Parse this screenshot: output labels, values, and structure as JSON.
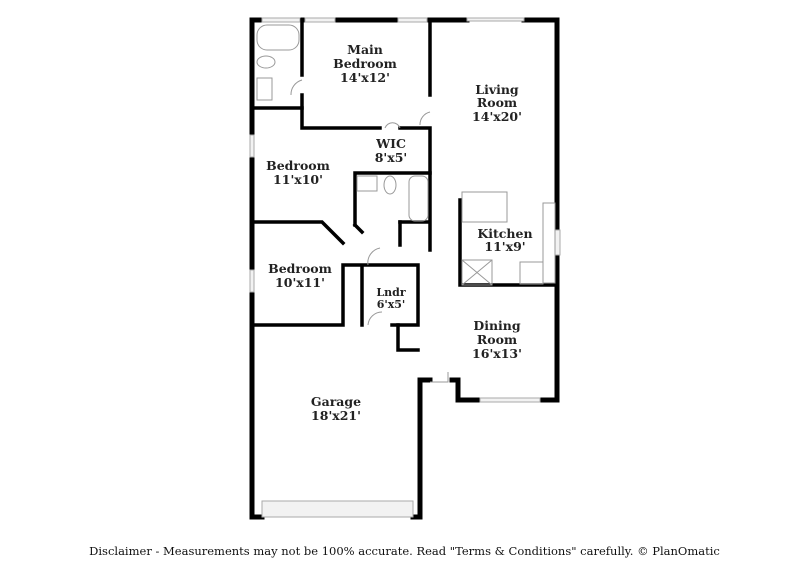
{
  "rooms": [
    {
      "name": "Main Bedroom",
      "line1": "Main",
      "line2": "Bedroom",
      "size": "14'x12'"
    },
    {
      "name": "Living Room",
      "line1": "Living",
      "line2": "Room",
      "size": "14'x20'"
    },
    {
      "name": "WIC",
      "line1": "WIC",
      "size": "8'x5'"
    },
    {
      "name": "Bedroom",
      "line1": "Bedroom",
      "size": "11'x10'"
    },
    {
      "name": "Kitchen",
      "line1": "Kitchen",
      "size": "11'x9'"
    },
    {
      "name": "Bedroom",
      "line1": "Bedroom",
      "size": "10'x11'"
    },
    {
      "name": "Lndr",
      "line1": "Lndr",
      "size": "6'x5'"
    },
    {
      "name": "Dining Room",
      "line1": "Dining",
      "line2": "Room",
      "size": "16'x13'"
    },
    {
      "name": "Garage",
      "line1": "Garage",
      "size": "18'x21'"
    }
  ],
  "disclaimer": "Disclaimer - Measurements may not be 100% accurate. Read \"Terms & Conditions\" carefully. © PlanOmatic"
}
